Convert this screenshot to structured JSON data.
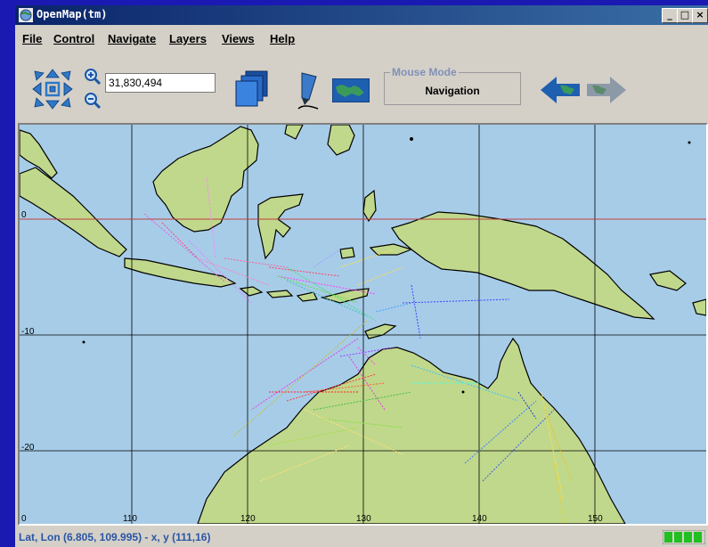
{
  "window": {
    "title": "OpenMap(tm)",
    "controls": {
      "minimize": "_",
      "maximize": "□",
      "close": "×"
    }
  },
  "menu": [
    {
      "label": "File"
    },
    {
      "label": "Control"
    },
    {
      "label": "Navigate"
    },
    {
      "label": "Layers"
    },
    {
      "label": "Views"
    },
    {
      "label": "Help"
    }
  ],
  "toolbar": {
    "scale_value": "31,830,494",
    "mouse_mode_legend": "Mouse Mode",
    "mouse_mode_value": "Navigation"
  },
  "map": {
    "lat_labels": [
      "0",
      "-10",
      "-20"
    ],
    "lon_labels": [
      "0",
      "110",
      "120",
      "130",
      "140",
      "150"
    ],
    "colors": {
      "ocean": "#a7cce8",
      "land": "#c0d88c",
      "equator": "#c04040",
      "grid": "#000000"
    }
  },
  "status": {
    "text": "Lat, Lon (6.805, 109.995) - x, y (111,16)"
  }
}
